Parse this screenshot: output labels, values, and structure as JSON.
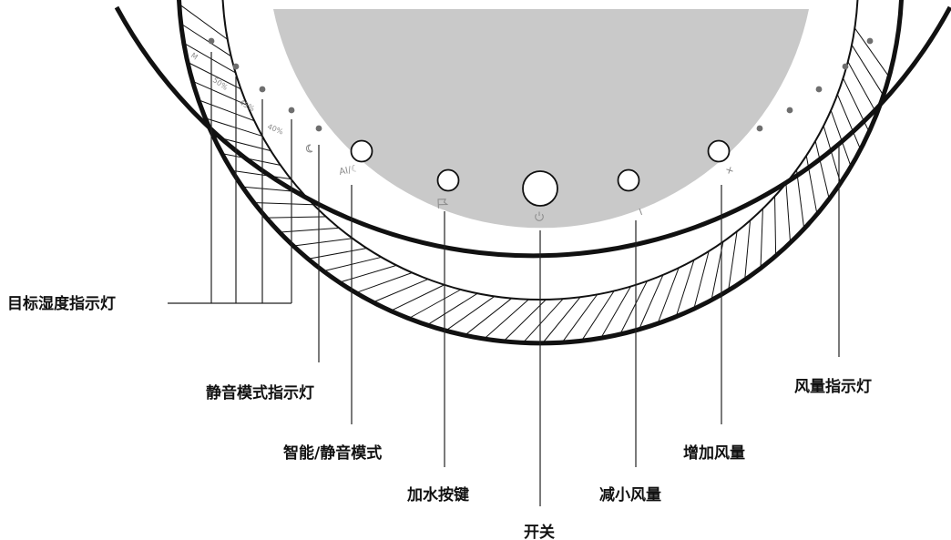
{
  "colors": {
    "outline": "#111111",
    "leader": "#222222",
    "indicator_dot": "#6e6e6e",
    "panel_label": "#8a8a8a",
    "inner_disc": "#c9c9c9"
  },
  "panel": {
    "humidity_marks": [
      "M",
      "50%",
      "45%",
      "40%"
    ],
    "quiet_mark_icon": "crescent-moon-icon",
    "ai_button_label": "AI/☾",
    "water_button_icon": "flag-icon",
    "power_button_icon": "power-icon",
    "minus_symbol": "−",
    "plus_symbol": "+"
  },
  "callouts": {
    "humidity_indicator": "目标湿度指示灯",
    "quiet_indicator": "静音模式指示灯",
    "smart_quiet_mode": "智能/静音模式",
    "add_water_button": "加水按键",
    "power": "开关",
    "decrease_fan": "减小风量",
    "increase_fan": "增加风量",
    "fan_indicator": "风量指示灯"
  }
}
